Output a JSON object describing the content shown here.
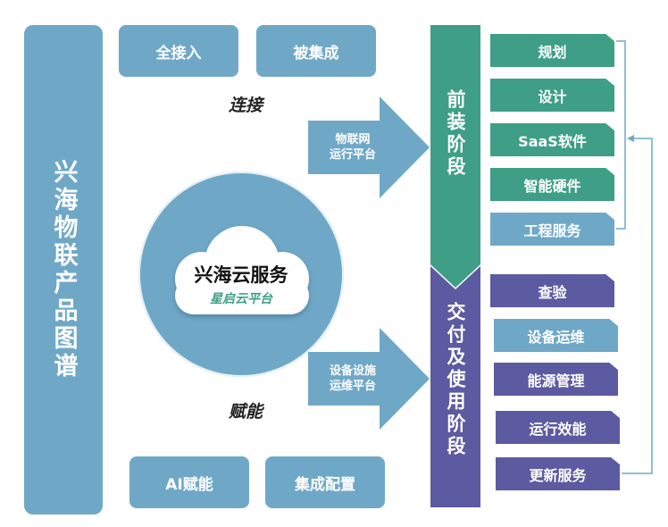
{
  "sidebar": {
    "title": "兴海物联产品图谱"
  },
  "top_boxes": [
    {
      "label": "全接入"
    },
    {
      "label": "被集成"
    }
  ],
  "bottom_boxes": [
    {
      "label": "AI赋能"
    },
    {
      "label": "集成配置"
    }
  ],
  "labels": {
    "connect": "连接",
    "empower": "赋能"
  },
  "arrows": {
    "iot": [
      "物联网",
      "运行平台"
    ],
    "ops": [
      "设备设施",
      "运维平台"
    ]
  },
  "center": {
    "title": "兴海云服务",
    "subtitle": "星启云平台"
  },
  "phases": {
    "front": {
      "label": "前装阶段",
      "color": "#3f9f86"
    },
    "delivery": {
      "label": "交付及使用阶段",
      "color": "#5c5aa0"
    }
  },
  "front_items": [
    {
      "label": "规划"
    },
    {
      "label": "设计"
    },
    {
      "label": "SaaS软件"
    },
    {
      "label": "智能硬件"
    },
    {
      "label": "工程服务"
    }
  ],
  "delivery_items": [
    {
      "label": "查验"
    },
    {
      "label": "设备运维"
    },
    {
      "label": "能源管理"
    },
    {
      "label": "运行效能"
    },
    {
      "label": "更新服务"
    }
  ],
  "colors": {
    "primary_blue": "#6fa8c7",
    "green": "#3f9f86",
    "purple": "#5c5aa0"
  }
}
